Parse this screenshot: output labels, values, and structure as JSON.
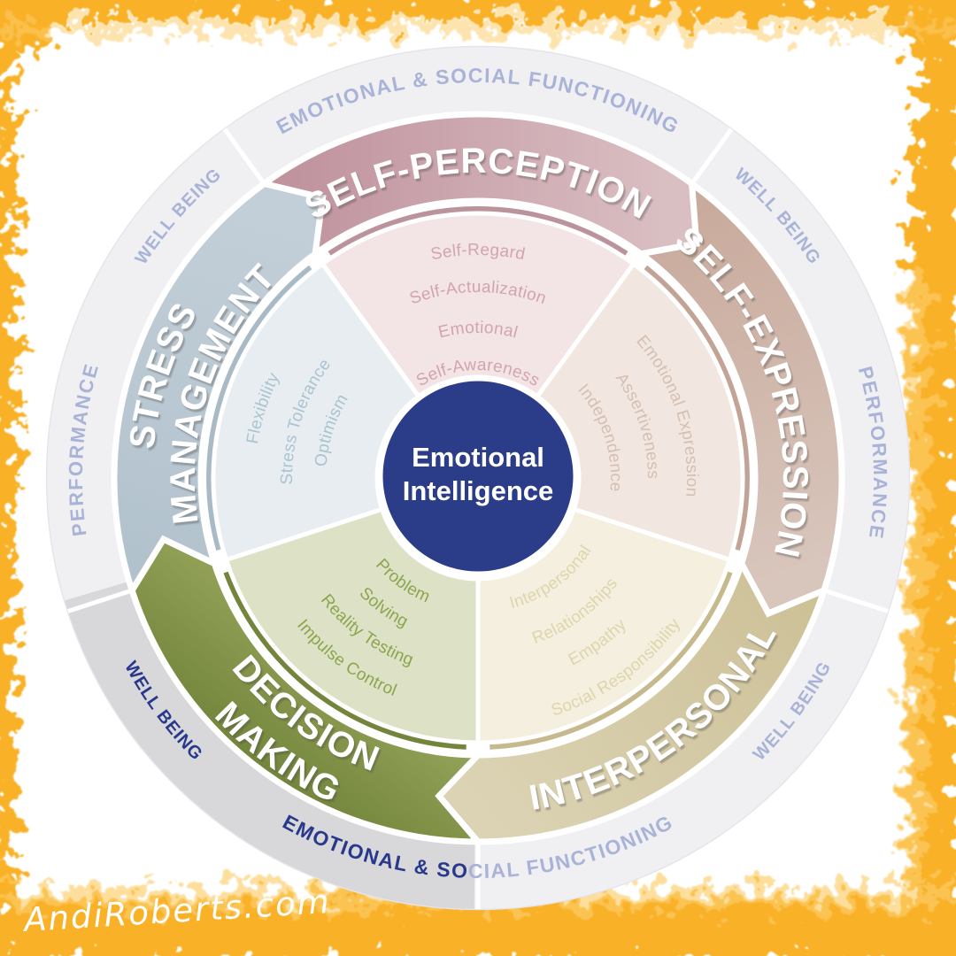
{
  "diagram_title": "Emotional Intelligence wheel",
  "center": {
    "line1": "Emotional",
    "line2": "Intelligence",
    "color": "#2b3c88"
  },
  "ring": {
    "top_label": "EMOTIONAL & SOCIAL FUNCTIONING",
    "bottom_label_highlighted": "EMOTIONAL & SO",
    "bottom_label_normal": "CIAL FUNCTIONING",
    "well_being_top_left": "WELL BEING",
    "well_being_top_right": "WELL BEING",
    "well_being_bottom_left": "WELL BEING",
    "well_being_bottom_right": "WELL BEING",
    "performance_left": "PERFORMANCE",
    "performance_right": "PERFORMANCE",
    "colors": {
      "ring_light": "#f0f0f3",
      "ring_highlight": "#d8d8db",
      "label": "#a9b3d7",
      "label_highlight": "#28388a"
    }
  },
  "segments": [
    {
      "id": "self-perception",
      "title_lines": [
        "SELF-PERCEPTION"
      ],
      "skills": [
        "Self-Regard",
        "Self-Actualization",
        "Emotional Self-Awareness"
      ],
      "skill_lines": [
        "Self-Regard",
        "Self-Actualization",
        "Emotional",
        "Self-Awareness"
      ],
      "band_color": "#c0939e",
      "band_color_light": "#d9bec2",
      "band_color_dark": "#bb939d",
      "wedge_color": "#f3e4e6",
      "skill_color": "#d2a5ad"
    },
    {
      "id": "self-expression",
      "title_lines": [
        "SELF-EXPRESSION"
      ],
      "skills": [
        "Emotional Expression",
        "Assertiveness",
        "Independence"
      ],
      "skill_lines": [
        "Emotional Expression",
        "Assertiveness",
        "Independence"
      ],
      "band_color": "#c9ab9d",
      "band_color_light": "#d8c5bb",
      "band_color_dark": "#c2a496",
      "wedge_color": "#f2e7e0",
      "skill_color": "#d5bfb2"
    },
    {
      "id": "interpersonal",
      "title_lines": [
        "INTERPERSONAL"
      ],
      "skills": [
        "Interpersonal Relationships",
        "Empathy",
        "Social Responsibility"
      ],
      "skill_lines": [
        "Interpersonal",
        "Relationships",
        "Empathy",
        "Social Responsibility"
      ],
      "band_color": "#cdc198",
      "band_color_light": "#dbd3b4",
      "band_color_dark": "#c6b98e",
      "wedge_color": "#f4efde",
      "skill_color": "#ded5ad"
    },
    {
      "id": "decision-making",
      "title_lines": [
        "DECISION",
        "MAKING"
      ],
      "skills": [
        "Problem Solving",
        "Reality Testing",
        "Impulse Control"
      ],
      "skill_lines": [
        "Problem",
        "Solving",
        "Reality Testing",
        "Impulse Control"
      ],
      "band_color": "#8a9d4e",
      "band_color_light": "#9fad62",
      "band_color_dark": "#73853c",
      "wedge_color": "#dde2c7",
      "skill_color": "#8ba54d"
    },
    {
      "id": "stress-management",
      "title_lines": [
        "STRESS",
        "MANAGEMENT"
      ],
      "skills": [
        "Flexibility",
        "Stress Tolerance",
        "Optimism"
      ],
      "skill_lines": [
        "Flexibility",
        "Stress Tolerance",
        "Optimism"
      ],
      "band_color": "#b2c2cd",
      "band_color_light": "#c3cfd8",
      "band_color_dark": "#a9bac7",
      "wedge_color": "#e7edf1",
      "skill_color": "#aac4d0"
    }
  ],
  "watermark": "AndiRoberts.com",
  "border": {
    "color": "#f9ae1f",
    "color_light": "#fccb61"
  }
}
